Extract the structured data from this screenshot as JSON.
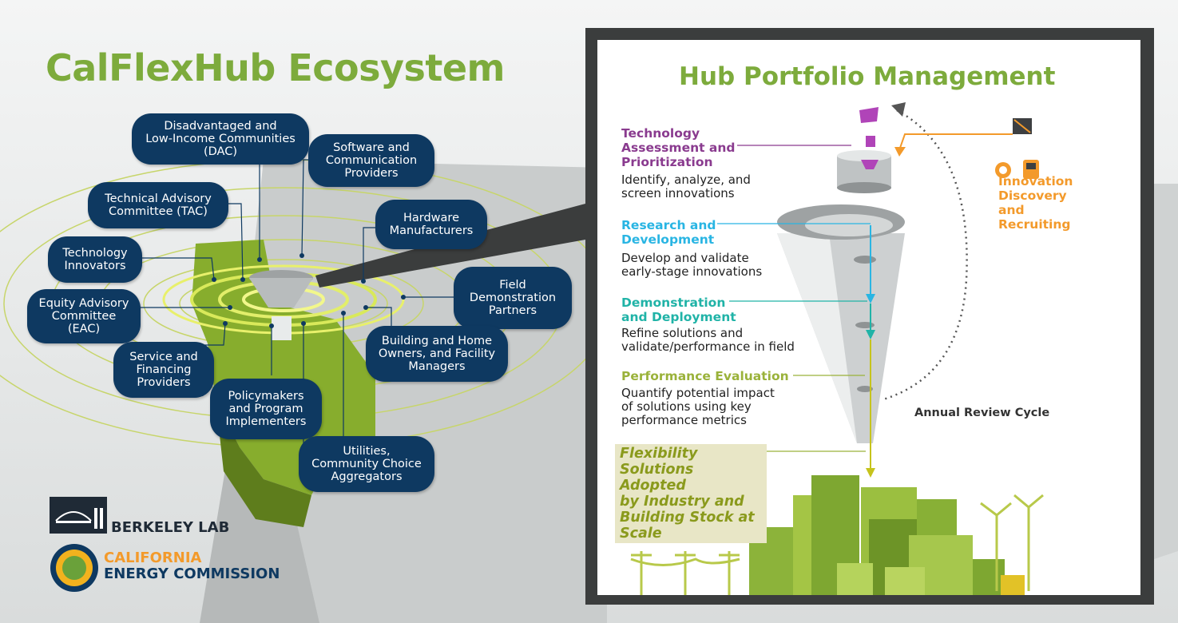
{
  "left": {
    "title": "CalFlexHub Ecosystem",
    "stakeholders": [
      {
        "label": "Disadvantaged and\nLow-Income Communities\n(DAC)"
      },
      {
        "label": "Software and\nCommunication\nProviders"
      },
      {
        "label": "Technical Advisory\nCommittee (TAC)"
      },
      {
        "label": "Hardware\nManufacturers"
      },
      {
        "label": "Technology\nInnovators"
      },
      {
        "label": "Field\nDemonstration\nPartners"
      },
      {
        "label": "Equity Advisory\nCommittee\n(EAC)"
      },
      {
        "label": "Building and Home\nOwners, and Facility\nManagers"
      },
      {
        "label": "Service and\nFinancing\nProviders"
      },
      {
        "label": "Policymakers\nand Program\nImplementers"
      },
      {
        "label": "Utilities,\nCommunity Choice\nAggregators"
      }
    ],
    "logos": {
      "berkeley": "BERKELEY LAB",
      "cec_line1": "CALIFORNIA",
      "cec_line2": "ENERGY COMMISSION"
    }
  },
  "right": {
    "title": "Hub Portfolio Management",
    "stages": [
      {
        "heading": "Technology\nAssessment and\nPrioritization",
        "desc": "Identify, analyze, and\nscreen innovations",
        "color": "#8a3b8f"
      },
      {
        "heading": "Research and\nDevelopment",
        "desc": "Develop and validate\nearly-stage innovations",
        "color": "#29b5e3"
      },
      {
        "heading": "Demonstration\nand Deployment",
        "desc": "Refine solutions and\nvalidate/performance in field",
        "color": "#20b3a7"
      },
      {
        "heading": "Performance Evaluation",
        "desc": "Quantify potential impact\nof solutions using key\nperformance metrics",
        "color": "#9ab23a"
      }
    ],
    "innovation": "Innovation\nDiscovery\nand\nRecruiting",
    "annual_review": "Annual Review Cycle",
    "outcome": "Flexibility\nSolutions Adopted\nby Industry and\nBuilding Stock at\nScale",
    "colors": {
      "panel_border": "#3b3d3d",
      "accent_green": "#7dab3c",
      "pill_navy": "#0e3961",
      "innovation_orange": "#f39a2b"
    }
  }
}
